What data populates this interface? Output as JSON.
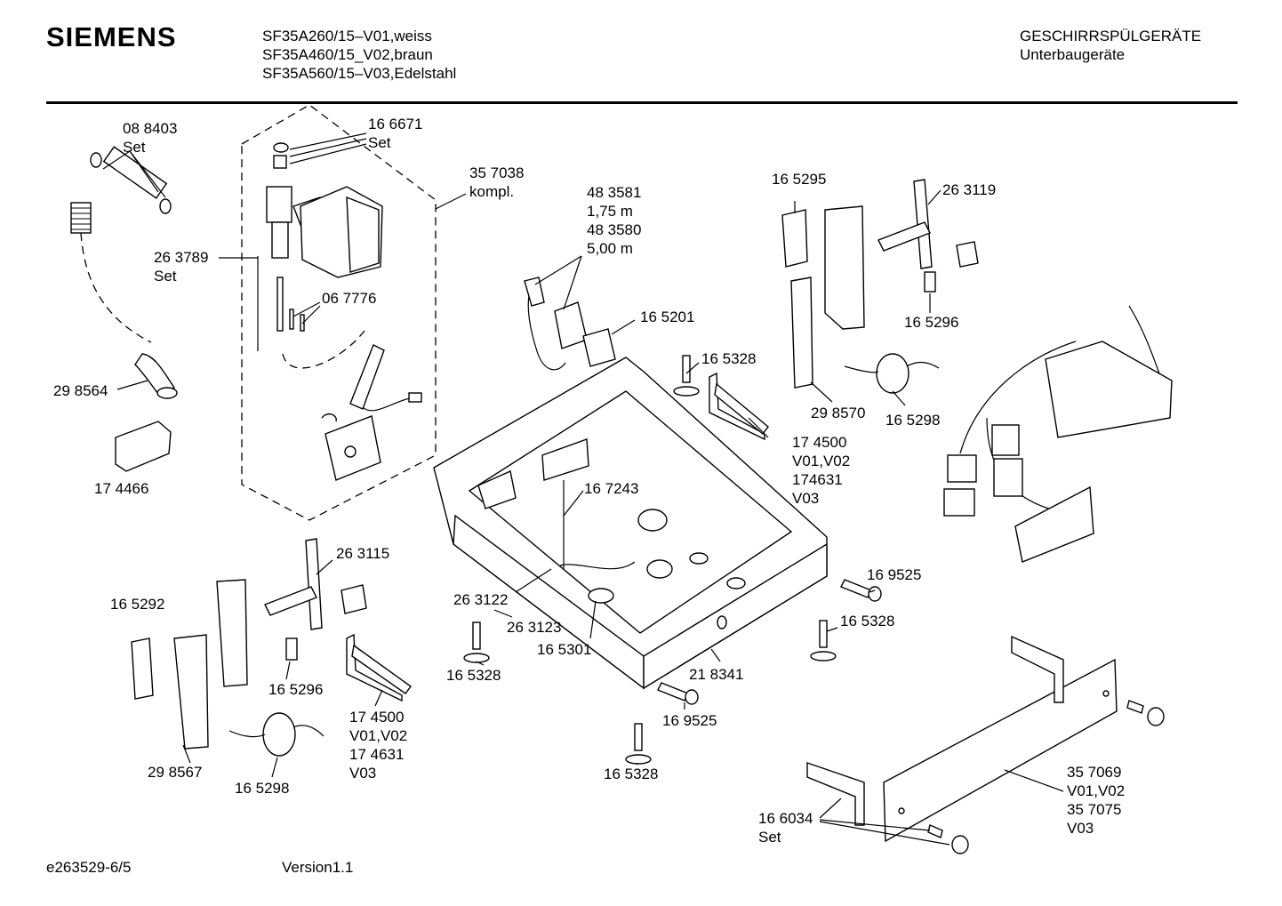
{
  "header": {
    "brand": "SIEMENS",
    "models": [
      "SF35A260/15–V01,weiss",
      "SF35A460/15_V02,braun",
      "SF35A560/15–V03,Edelstahl"
    ],
    "category": [
      "GESCHIRRSPÜLGERÄTE",
      "Unterbaugeräte"
    ]
  },
  "labels": {
    "p088403": [
      "08 8403",
      "Set"
    ],
    "p166671": [
      "16 6671",
      "Set"
    ],
    "p357038": [
      "35 7038",
      "kompl."
    ],
    "p263789": [
      "26 3789",
      "Set"
    ],
    "p067776": [
      "06 7776"
    ],
    "p298564": [
      "29 8564"
    ],
    "p174466": [
      "17 4466"
    ],
    "p483581": [
      "48 3581",
      "1,75 m",
      "48 3580",
      "5,00 m"
    ],
    "p165201": [
      "16 5201"
    ],
    "p165328a": [
      "16 5328"
    ],
    "p174500a": [
      "17 4500",
      "V01,V02",
      "174631",
      "V03"
    ],
    "p167243": [
      "16 7243"
    ],
    "p165295": [
      "16 5295"
    ],
    "p263119": [
      "26 3119"
    ],
    "p165296a": [
      "16 5296"
    ],
    "p298570": [
      "29 8570"
    ],
    "p165298a": [
      "16 5298"
    ],
    "p169525a": [
      "16 9525"
    ],
    "p165328b": [
      "16 5328"
    ],
    "p263115": [
      "26 3115"
    ],
    "p165292": [
      "16 5292"
    ],
    "p165296b": [
      "16 5296"
    ],
    "p298567": [
      "29 8567"
    ],
    "p165298b": [
      "16 5298"
    ],
    "p174500b": [
      "17 4500",
      "V01,V02",
      "17 4631",
      "V03"
    ],
    "p263122": [
      "26 3122"
    ],
    "p263123": [
      "26 3123"
    ],
    "p165301": [
      "16 5301"
    ],
    "p165328c": [
      "16 5328"
    ],
    "p218341": [
      "21 8341"
    ],
    "p169525b": [
      "16 9525"
    ],
    "p165328d": [
      "16 5328"
    ],
    "p357069": [
      "35 7069",
      "V01,V02",
      "35 7075",
      "V03"
    ],
    "p166034": [
      "16 6034",
      "Set"
    ]
  },
  "footer": {
    "doc_id": "e263529-6/5",
    "version": "Version1.1"
  }
}
